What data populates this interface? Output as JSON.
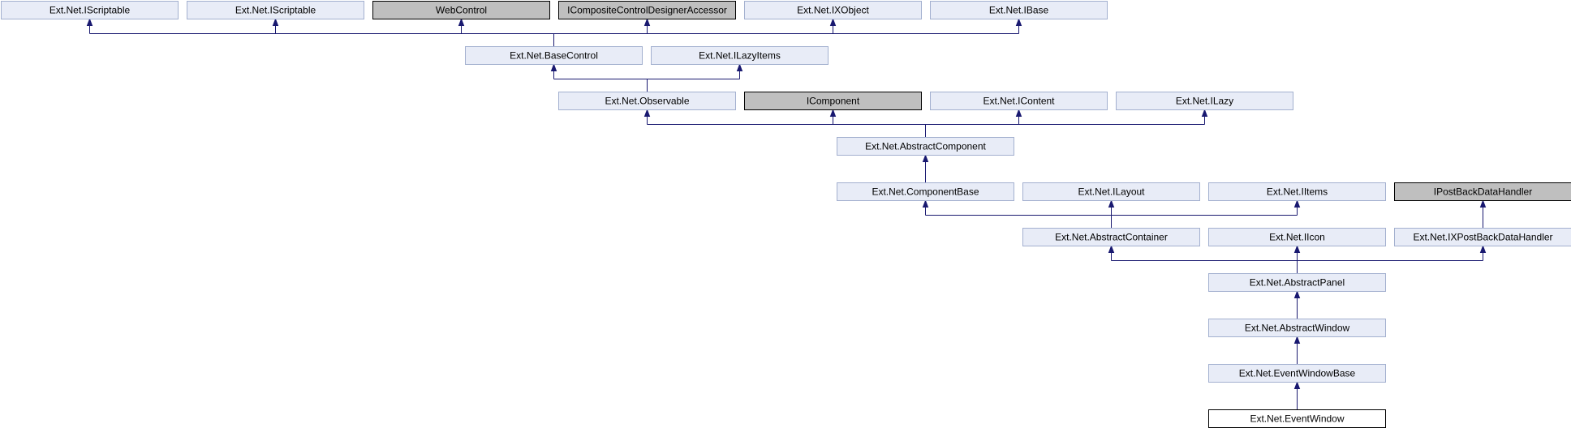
{
  "diagram": {
    "title": "",
    "colors": {
      "default_fill": "#e8ecf7",
      "default_stroke": "#a3b0cf",
      "external_fill": "#bfbfbf",
      "external_stroke": "#000000",
      "focus_fill": "#ffffff",
      "focus_stroke": "#000000",
      "edge": "#191970"
    },
    "nodes": [
      {
        "id": "iscriptable_1",
        "label": "Ext.Net.IScriptable",
        "kind": "default"
      },
      {
        "id": "iscriptable_2",
        "label": "Ext.Net.IScriptable",
        "kind": "default"
      },
      {
        "id": "webcontrol",
        "label": "WebControl",
        "kind": "external"
      },
      {
        "id": "icompositecontroldesigneraccessor",
        "label": "ICompositeControlDesignerAccessor",
        "kind": "external"
      },
      {
        "id": "ixobject",
        "label": "Ext.Net.IXObject",
        "kind": "default"
      },
      {
        "id": "ibase",
        "label": "Ext.Net.IBase",
        "kind": "default"
      },
      {
        "id": "basecontrol",
        "label": "Ext.Net.BaseControl",
        "kind": "default"
      },
      {
        "id": "ilazyitems",
        "label": "Ext.Net.ILazyItems",
        "kind": "default"
      },
      {
        "id": "observable",
        "label": "Ext.Net.Observable",
        "kind": "default"
      },
      {
        "id": "icomponent",
        "label": "IComponent",
        "kind": "external"
      },
      {
        "id": "icontent",
        "label": "Ext.Net.IContent",
        "kind": "default"
      },
      {
        "id": "ilazy",
        "label": "Ext.Net.ILazy",
        "kind": "default"
      },
      {
        "id": "abstractcomponent",
        "label": "Ext.Net.AbstractComponent",
        "kind": "default"
      },
      {
        "id": "componentbase",
        "label": "Ext.Net.ComponentBase",
        "kind": "default"
      },
      {
        "id": "ilayout",
        "label": "Ext.Net.ILayout",
        "kind": "default"
      },
      {
        "id": "iitems",
        "label": "Ext.Net.IItems",
        "kind": "default"
      },
      {
        "id": "ipostbackdatahandler",
        "label": "IPostBackDataHandler",
        "kind": "external"
      },
      {
        "id": "abstractcontainer",
        "label": "Ext.Net.AbstractContainer",
        "kind": "default"
      },
      {
        "id": "iicon",
        "label": "Ext.Net.IIcon",
        "kind": "default"
      },
      {
        "id": "ixpostbackdatahandler",
        "label": "Ext.Net.IXPostBackDataHandler",
        "kind": "default"
      },
      {
        "id": "abstractpanel",
        "label": "Ext.Net.AbstractPanel",
        "kind": "default"
      },
      {
        "id": "abstractwindow",
        "label": "Ext.Net.AbstractWindow",
        "kind": "default"
      },
      {
        "id": "eventwindowbase",
        "label": "Ext.Net.EventWindowBase",
        "kind": "default"
      },
      {
        "id": "eventwindow",
        "label": "Ext.Net.EventWindow",
        "kind": "focus"
      }
    ],
    "edges": [
      {
        "child": "basecontrol",
        "parents": [
          "iscriptable_1",
          "iscriptable_2",
          "webcontrol",
          "icompositecontroldesigneraccessor",
          "ixobject",
          "ibase"
        ]
      },
      {
        "child": "observable",
        "parents": [
          "basecontrol",
          "ilazyitems"
        ]
      },
      {
        "child": "abstractcomponent",
        "parents": [
          "observable",
          "icomponent",
          "icontent",
          "ilazy"
        ]
      },
      {
        "child": "componentbase",
        "parents": [
          "abstractcomponent"
        ]
      },
      {
        "child": "abstractcontainer",
        "parents": [
          "componentbase",
          "ilayout",
          "iitems"
        ]
      },
      {
        "child": "ixpostbackdatahandler",
        "parents": [
          "ipostbackdatahandler"
        ]
      },
      {
        "child": "abstractpanel",
        "parents": [
          "abstractcontainer",
          "iicon",
          "ixpostbackdatahandler"
        ]
      },
      {
        "child": "abstractwindow",
        "parents": [
          "abstractpanel"
        ]
      },
      {
        "child": "eventwindowbase",
        "parents": [
          "abstractwindow"
        ]
      },
      {
        "child": "eventwindow",
        "parents": [
          "eventwindowbase"
        ]
      }
    ]
  }
}
